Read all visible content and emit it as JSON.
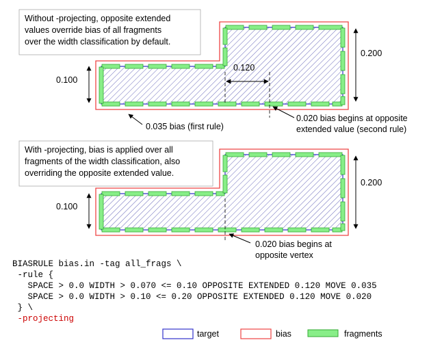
{
  "diagram1": {
    "caption": [
      "Without -projecting, opposite extended",
      "values override bias of all fragments",
      "over the width classification by default."
    ],
    "dim_narrow": "0.100",
    "dim_wide": "0.200",
    "dim_extended": "0.120",
    "callout_first": "0.035 bias (first rule)",
    "callout_second": [
      "0.020 bias begins at opposite",
      "extended value (second rule)"
    ]
  },
  "diagram2": {
    "caption": [
      "With -projecting, bias is applied over all",
      "fragments of the width classification, also",
      "overriding the opposite extended value."
    ],
    "dim_narrow": "0.100",
    "dim_wide": "0.200",
    "callout_second": [
      "0.020 bias begins at",
      "opposite vertex"
    ]
  },
  "code": {
    "lines": [
      "BIASRULE bias.in -tag all_frags \\",
      " -rule {",
      "   SPACE > 0.0 WIDTH > 0.070 <= 0.10 OPPOSITE EXTENDED 0.120 MOVE 0.035",
      "   SPACE > 0.0 WIDTH > 0.10 <= 0.20 OPPOSITE EXTENDED 0.120 MOVE 0.020",
      " } \\"
    ],
    "highlight_line": " -projecting",
    "highlight_color": "#cc0000"
  },
  "legend": {
    "target": "target",
    "bias": "bias",
    "fragments": "fragments"
  },
  "colors": {
    "target_stroke": "#3333cc",
    "bias_stroke": "#ee4444",
    "fragment_fill": "#88ee88",
    "fragment_stroke": "#33aa33"
  }
}
